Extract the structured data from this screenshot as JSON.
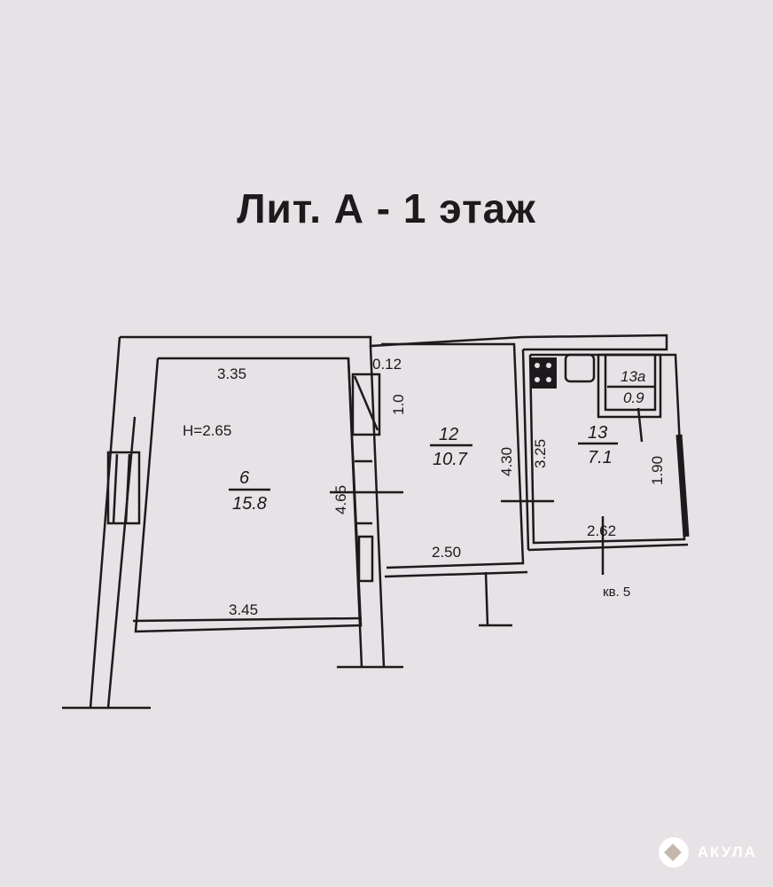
{
  "title": "Лит. А -  1 этаж",
  "rooms": [
    {
      "number": "6",
      "area": "15.8"
    },
    {
      "number": "12",
      "area": "10.7"
    },
    {
      "number": "13",
      "area": "7.1"
    },
    {
      "number": "13а",
      "area": "0.9"
    }
  ],
  "dimensions": {
    "room6_top": "3.35",
    "room6_height": "H=2.65",
    "room6_side": "4.65",
    "room6_bottom": "3.45",
    "wall": "0.12",
    "closet": "1.0",
    "room12_side": "4.30",
    "room12_bottom": "2.50",
    "room13_side": "3.25",
    "room13_right": "1.90",
    "room13_bottom": "2.62"
  },
  "apartment_label": "кв. 5",
  "logo": {
    "text": "АКУЛА"
  }
}
